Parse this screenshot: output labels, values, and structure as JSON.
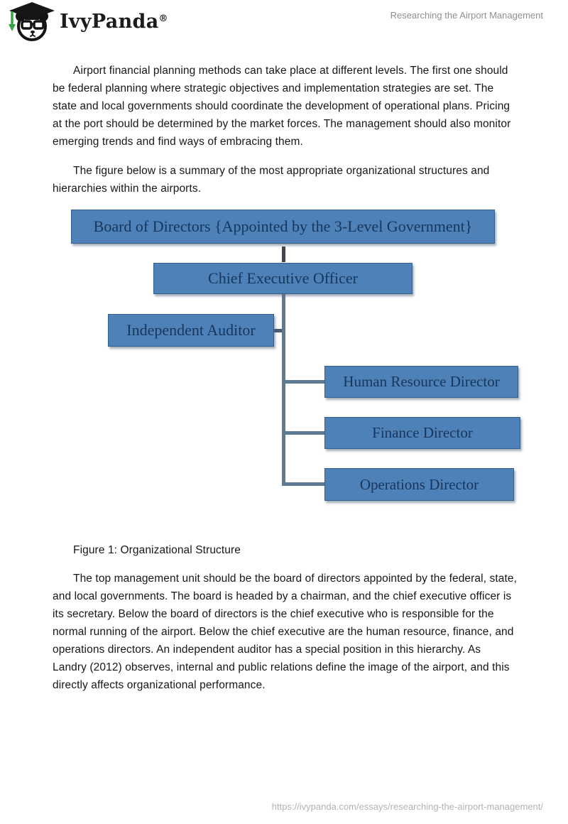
{
  "header": {
    "brand": "IvyPanda",
    "registered_mark": "®",
    "logo_icon": "panda-graduate-logo",
    "doc_title": "Researching the Airport Management"
  },
  "paragraphs": {
    "p1": "Airport financial planning methods can take place at different levels. The first one should be federal planning where strategic objectives and implementation strategies are set. The state and local governments should coordinate the development of operational plans. Pricing at the port should be determined by the market forces. The management should also monitor emerging trends and find ways of embracing them.",
    "p2": "The figure below is a summary of the most appropriate organizational structures and hierarchies within the airports.",
    "p3": "The top management unit should be the board of directors appointed by the federal, state, and local governments. The board is headed by a chairman, and the chief executive officer is its secretary. Below the board of directors is the chief executive who is responsible for the normal running of the airport. Below the chief executive are the human resource, finance, and operations directors. An independent auditor has a special position in this hierarchy. As Landry (2012) observes, internal and public relations define the image of the airport, and this directly affects organizational performance."
  },
  "figure": {
    "caption": "Figure 1: Organizational Structure",
    "type": "org-chart",
    "nodes": {
      "board": "Board of Directors {Appointed by the 3-Level Government}",
      "ceo": "Chief Executive Officer",
      "auditor": "Independent Auditor",
      "hr": "Human Resource Director",
      "finance": "Finance Director",
      "operations": "Operations Director"
    },
    "hierarchy": [
      {
        "parent": "board",
        "child": "ceo"
      },
      {
        "parent": "ceo",
        "child": "auditor"
      },
      {
        "parent": "ceo",
        "child": "hr"
      },
      {
        "parent": "ceo",
        "child": "finance"
      },
      {
        "parent": "ceo",
        "child": "operations"
      }
    ],
    "colors": {
      "box_fill": "#4e81b8",
      "box_border": "#33608f",
      "box_text": "#17365d",
      "connector": "#5e7b96"
    }
  },
  "footer": {
    "url": "https://ivypanda.com/essays/researching-the-airport-management/"
  }
}
